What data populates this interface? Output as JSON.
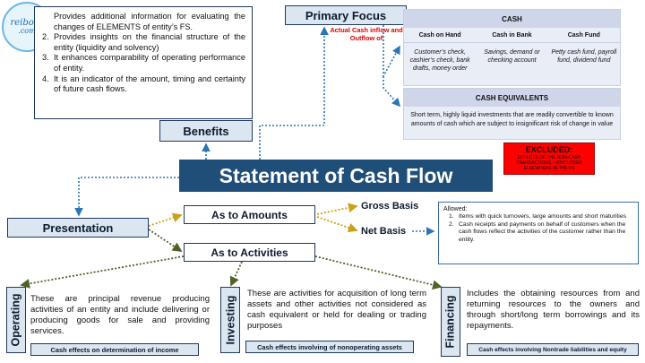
{
  "logo": {
    "line1": "reibora",
    "line2": ".com"
  },
  "benefits": {
    "label": "Benefits",
    "items": [
      {
        "num": "",
        "text": "Provides additional information for evaluating the changes of ELEMENTS of entity’s FS."
      },
      {
        "num": "2.",
        "text": "Provides insights on the financial structure of the entity (liquidity and solvency)"
      },
      {
        "num": "3.",
        "text": "It enhances comparability of operating performance of entity."
      },
      {
        "num": "4.",
        "text": "It is an indicator of the amount, timing and certainty of future cash flows."
      }
    ]
  },
  "primary_focus": {
    "label": "Primary Focus",
    "note": "Actual Cash inflow and Outflow of"
  },
  "cash": {
    "title": "CASH",
    "columns": [
      {
        "header": "Cash on Hand",
        "body": "Customer’s check, cashier’s check, bank drafts, money order"
      },
      {
        "header": "Cash in Bank",
        "body": "Savings, demand or checking account"
      },
      {
        "header": "Cash Fund",
        "body": "Petty cash fund, payroll fund, dividend fund"
      }
    ]
  },
  "cash_equivalents": {
    "title": "CASH EQUIVALENTS",
    "description": "Short term, highly liquid investments that are readily convertible to known amounts of cash which are subject to insignificant risk of change in value"
  },
  "excluded": {
    "title": "EXCLUDED:",
    "detail": "EFFECTS OF THE NON-CASH TRANSACTIONS – DISCLOSED ELSEWHERE IN THE FS"
  },
  "main_title": "Statement of Cash Flow",
  "presentation": {
    "label": "Presentation",
    "as_to_amounts": "As to Amounts",
    "as_to_activities": "As to Activities",
    "gross_basis": "Gross Basis",
    "net_basis": "Net Basis"
  },
  "allowed": {
    "title": "Allowed:",
    "items": [
      {
        "num": "1.",
        "text": "Items with quick turnovers, large amounts and short maturities"
      },
      {
        "num": "2.",
        "text": "Cash receipts and payments on behalf of customers when the cash flows reflect the activities of the customer rather than the entity."
      }
    ]
  },
  "activities": {
    "operating": {
      "label": "Operating",
      "description": "These are principal revenue producing activities of an entity and include delivering or producing goods for sale and providing services.",
      "effect": "Cash effects on determination of income"
    },
    "investing": {
      "label": "Investing",
      "description": "These are activities for acquisition of long term assets and other activities not considered as cash equivalent or held for dealing or trading purposes",
      "effect": "Cash effects involving of nonoperating assets"
    },
    "financing": {
      "label": "Financing",
      "description": "Includes the obtaining resources from and returning resources to the owners and through short/long term borrowings and its repayments.",
      "effect": "Cash effects  involving Nontrade liabilities and equity"
    }
  },
  "colors": {
    "navy": "#1f4e79",
    "label_fill": "#dce6f1",
    "connector_blue": "#2e75b6",
    "connector_gold": "#c9a21a",
    "connector_green": "#4f6228",
    "excluded_red": "#ff0000",
    "note_red": "#e00000"
  }
}
